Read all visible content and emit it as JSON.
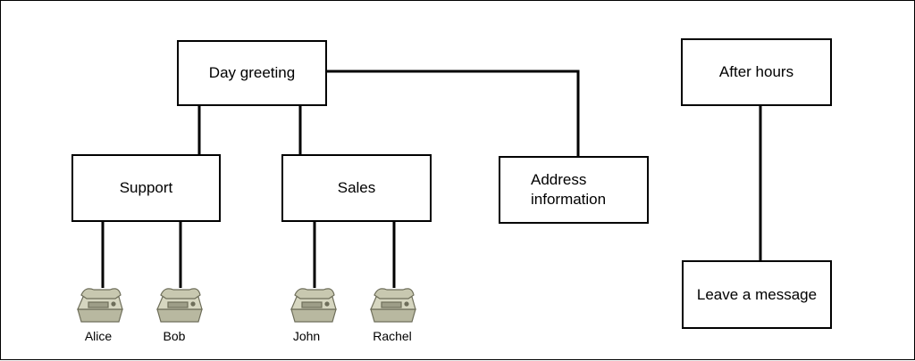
{
  "diagram": {
    "nodes": {
      "day_greeting": "Day greeting",
      "support": "Support",
      "sales": "Sales",
      "address_information": "Address\ninformation",
      "after_hours": "After hours",
      "leave_message": "Leave a message"
    },
    "phones": [
      "Alice",
      "Bob",
      "John",
      "Rachel"
    ]
  },
  "colors": {
    "line": "#000000",
    "box_border": "#000000",
    "phone_body": "#c8c8b0",
    "phone_dark": "#6e6e5a"
  },
  "icons": {
    "phone": "desk-telephone-icon"
  }
}
